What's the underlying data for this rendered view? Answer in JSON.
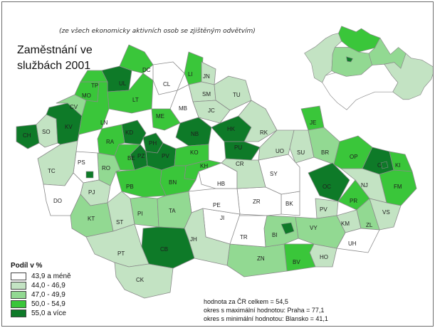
{
  "map": {
    "subtitle": "(ze všech ekonomicky aktivních osob se zjištěným odvětvím)",
    "title_line1": "Zaměstnání ve",
    "title_line2": "službách 2001"
  },
  "classes": {
    "c1": "#ffffff",
    "c2": "#c3e3c3",
    "c3": "#92d992",
    "c4": "#3ac63a",
    "c5": "#0e7a28"
  },
  "border_color": "#8a8a8a",
  "legend": {
    "title": "Podíl v %",
    "items": [
      {
        "label": "43,9 a méně",
        "class": "c1"
      },
      {
        "label": "44,0 - 46,9",
        "class": "c2"
      },
      {
        "label": "47,0 - 49,9",
        "class": "c3"
      },
      {
        "label": "50,0 - 54,9",
        "class": "c4"
      },
      {
        "label": "55,0 a více",
        "class": "c5"
      }
    ]
  },
  "stats": {
    "line1": "hodnota za ČR celkem = 54,5",
    "line2": "okres s maximální hodnotou: Praha = 77,1",
    "line3": "okres s minimální hodnotou: Blansko = 41,1"
  },
  "districts": [
    {
      "code": "CH",
      "class": "c5"
    },
    {
      "code": "SO",
      "class": "c2"
    },
    {
      "code": "KV",
      "class": "c5"
    },
    {
      "code": "CV",
      "class": "c3"
    },
    {
      "code": "MO",
      "class": "c4"
    },
    {
      "code": "TP",
      "class": "c4"
    },
    {
      "code": "UL",
      "class": "c5"
    },
    {
      "code": "DC",
      "class": "c4"
    },
    {
      "code": "LT",
      "class": "c4"
    },
    {
      "code": "LN",
      "class": "c4"
    },
    {
      "code": "CL",
      "class": "c1"
    },
    {
      "code": "LI",
      "class": "c4"
    },
    {
      "code": "JN",
      "class": "c2"
    },
    {
      "code": "SM",
      "class": "c2"
    },
    {
      "code": "TU",
      "class": "c2"
    },
    {
      "code": "JC",
      "class": "c2"
    },
    {
      "code": "MB",
      "class": "c1"
    },
    {
      "code": "ME",
      "class": "c4"
    },
    {
      "code": "KD",
      "class": "c5"
    },
    {
      "code": "PH",
      "class": "c5"
    },
    {
      "code": "PZ",
      "class": "c5"
    },
    {
      "code": "PV",
      "class": "c5"
    },
    {
      "code": "NB",
      "class": "c5"
    },
    {
      "code": "HK",
      "class": "c5"
    },
    {
      "code": "PU",
      "class": "c5"
    },
    {
      "code": "RK",
      "class": "c2"
    },
    {
      "code": "JE",
      "class": "c4"
    },
    {
      "code": "SU",
      "class": "c2"
    },
    {
      "code": "BR",
      "class": "c3"
    },
    {
      "code": "OP",
      "class": "c4"
    },
    {
      "code": "OS",
      "class": "c5"
    },
    {
      "code": "KI",
      "class": "c4"
    },
    {
      "code": "FM",
      "class": "c4"
    },
    {
      "code": "NJ",
      "class": "c2"
    },
    {
      "code": "OC",
      "class": "c5"
    },
    {
      "code": "PR",
      "class": "c4"
    },
    {
      "code": "PV",
      "class": "c2"
    },
    {
      "code": "KM",
      "class": "c2"
    },
    {
      "code": "ZL",
      "class": "c3"
    },
    {
      "code": "VS",
      "class": "c2"
    },
    {
      "code": "UH",
      "class": "c1"
    },
    {
      "code": "HO",
      "class": "c2"
    },
    {
      "code": "VY",
      "class": "c3"
    },
    {
      "code": "BV",
      "class": "c4"
    },
    {
      "code": "ZN",
      "class": "c3"
    },
    {
      "code": "BI",
      "class": "c3"
    },
    {
      "code": "BK",
      "class": "c1"
    },
    {
      "code": "SY",
      "class": "c1"
    },
    {
      "code": "UO",
      "class": "c2"
    },
    {
      "code": "ZR",
      "class": "c1"
    },
    {
      "code": "TR",
      "class": "c1"
    },
    {
      "code": "JI",
      "class": "c1"
    },
    {
      "code": "PE",
      "class": "c1"
    },
    {
      "code": "HB",
      "class": "c1"
    },
    {
      "code": "CR",
      "class": "c2"
    },
    {
      "code": "KO",
      "class": "c4"
    },
    {
      "code": "KH",
      "class": "c4"
    },
    {
      "code": "BN",
      "class": "c4"
    },
    {
      "code": "BE",
      "class": "c4"
    },
    {
      "code": "RA",
      "class": "c4"
    },
    {
      "code": "PB",
      "class": "c4"
    },
    {
      "code": "RO",
      "class": "c3"
    },
    {
      "code": "PS",
      "class": "c1"
    },
    {
      "code": "TC",
      "class": "c2"
    },
    {
      "code": "PJ",
      "class": "c2"
    },
    {
      "code": "DO",
      "class": "c1"
    },
    {
      "code": "KT",
      "class": "c3"
    },
    {
      "code": "ST",
      "class": "c2"
    },
    {
      "code": "PI",
      "class": "c3"
    },
    {
      "code": "TA",
      "class": "c3"
    },
    {
      "code": "JH",
      "class": "c2"
    },
    {
      "code": "CB",
      "class": "c5"
    },
    {
      "code": "PT",
      "class": "c2"
    },
    {
      "code": "CK",
      "class": "c2"
    }
  ]
}
